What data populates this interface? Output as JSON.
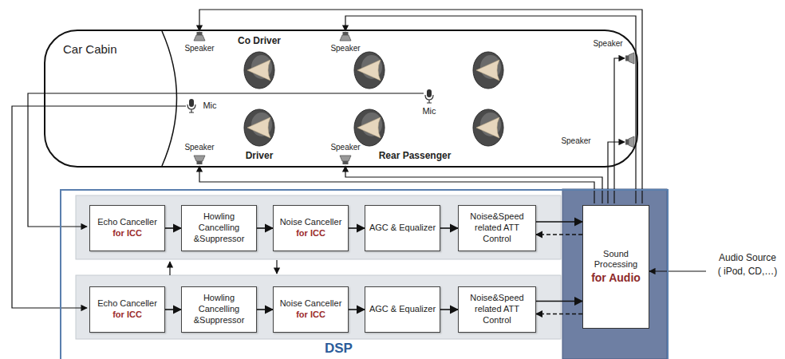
{
  "diagram": {
    "nodes": [
      {
        "text": [
          "Car Cabin"
        ]
      },
      {
        "text": [
          "DSP"
        ]
      },
      {
        "text": [
          "Echo Canceller",
          "for ICC"
        ],
        "in": 1
      },
      {
        "text": [
          "Howling Cancelling &Suppressor"
        ],
        "in": 1
      },
      {
        "text": [
          "Noise Canceller",
          "for ICC"
        ],
        "in": 1
      },
      {
        "text": [
          "AGC & Equalizer"
        ],
        "in": 1
      },
      {
        "text": [
          "Noise&Speed related ATT Control"
        ],
        "in": 1
      },
      {
        "text": [
          "Echo Canceller",
          "for ICC"
        ],
        "in": 1
      },
      {
        "text": [
          "Howling Cancelling &Suppressor"
        ],
        "in": 1
      },
      {
        "text": [
          "Noise Canceller",
          "for ICC"
        ],
        "in": 1
      },
      {
        "text": [
          "AGC & Equalizer"
        ],
        "in": 1
      },
      {
        "text": [
          "Noise&Speed related ATT Control"
        ],
        "in": 1
      },
      {
        "text": [
          "Sound Processing",
          "for Audio"
        ],
        "in": 1
      }
    ],
    "edges": [
      {
        "from": 2,
        "to": 3,
        "arrow": "to"
      },
      {
        "from": 3,
        "to": 4,
        "arrow": "to"
      },
      {
        "from": 4,
        "to": 5,
        "arrow": "to"
      },
      {
        "from": 5,
        "to": 6,
        "arrow": "to"
      },
      {
        "from": 6,
        "to": 12,
        "arrow": "to"
      },
      {
        "from": 12,
        "to": 6,
        "arrow": "to"
      },
      {
        "from": 7,
        "to": 8,
        "arrow": "to"
      },
      {
        "from": 8,
        "to": 9,
        "arrow": "to"
      },
      {
        "from": 9,
        "to": 10,
        "arrow": "to"
      },
      {
        "from": 10,
        "to": 11,
        "arrow": "to"
      },
      {
        "from": 11,
        "to": 12,
        "arrow": "to"
      },
      {
        "from": 12,
        "to": 11,
        "arrow": "to"
      }
    ],
    "labels": [
      "Co Driver",
      "Speaker",
      "Speaker",
      "Speaker",
      "Mic",
      "Mic",
      "Driver",
      "Rear Passenger",
      "Speaker",
      "Speaker",
      "Speaker",
      "Audio Source",
      "( iPod, CD,…)"
    ]
  }
}
